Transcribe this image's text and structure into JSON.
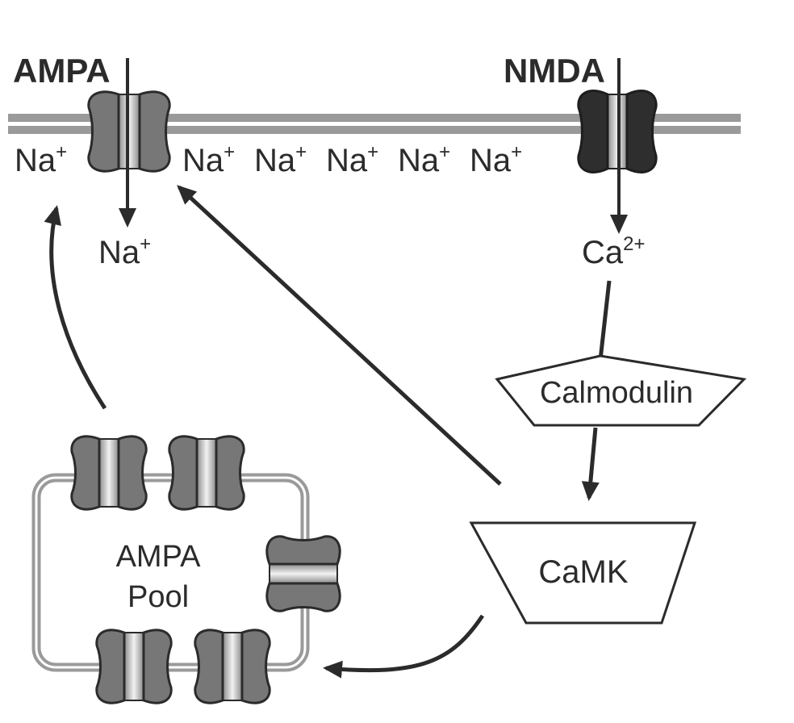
{
  "receptors": {
    "ampa_label": "AMPA",
    "nmda_label": "NMDA"
  },
  "ions": {
    "na": "Na",
    "na_charge": "+",
    "ca": "Ca",
    "ca_charge": "2+"
  },
  "molecules": {
    "calmodulin": "Calmodulin",
    "camk": "CaMK"
  },
  "pool": {
    "line1": "AMPA",
    "line2": "Pool"
  },
  "colors": {
    "membrane": "#9a9a9a",
    "channel_ampa": "#777777",
    "channel_nmda": "#2e2e2e",
    "arrow": "#2b2b2b",
    "text": "#2b2b2b"
  }
}
